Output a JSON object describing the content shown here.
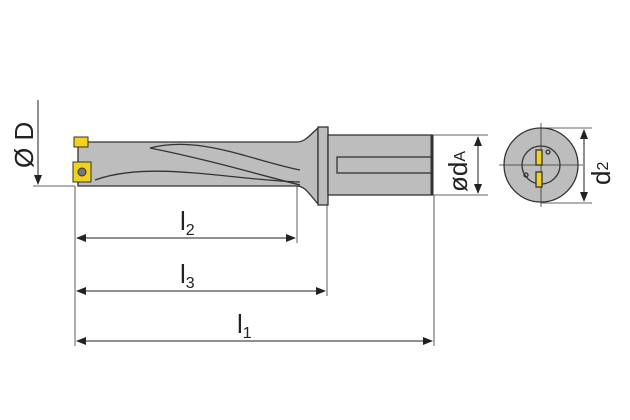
{
  "labels": {
    "diameter_D": "Ø D",
    "diameter_dA_main": "ød",
    "diameter_dA_sub": "A",
    "d2_main": "d",
    "d2_sub": "2",
    "l1_main": "l",
    "l1_sub": "1",
    "l2_main": "l",
    "l2_sub": "2",
    "l3_main": "l",
    "l3_sub": "3"
  },
  "colors": {
    "body": "#bdbdbd",
    "outline": "#333333",
    "insert": "#f2d31b"
  }
}
